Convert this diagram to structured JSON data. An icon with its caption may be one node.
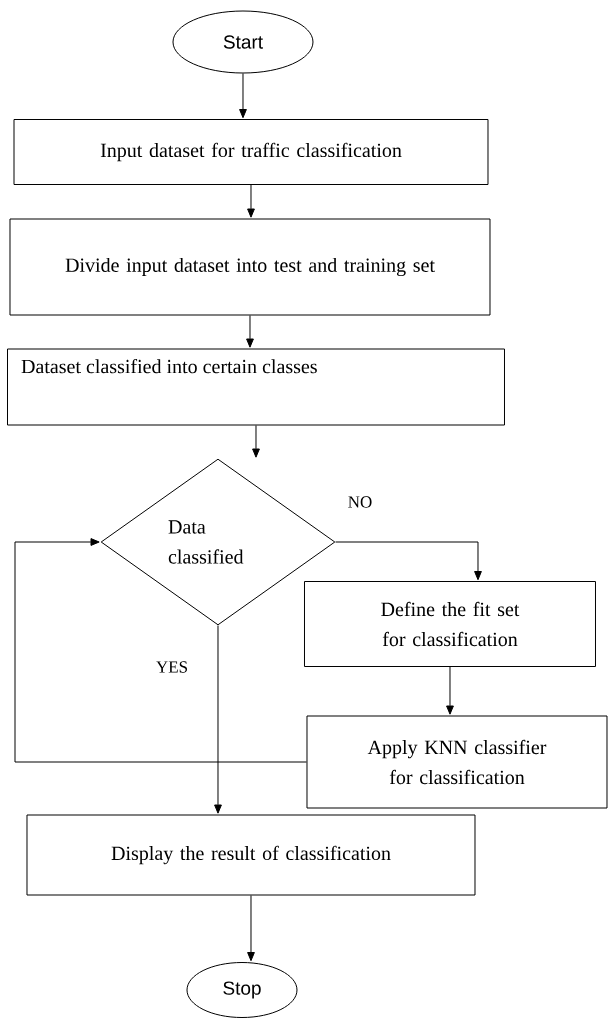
{
  "diagram": {
    "nodes": [
      {
        "text": [
          "Start"
        ]
      },
      {
        "text": [
          "Input dataset for traffic classification"
        ]
      },
      {
        "text": [
          "Divide input dataset into test and training set"
        ]
      },
      {
        "text": [
          "Dataset classified into certain classes"
        ]
      },
      {
        "text": [
          "Data classified"
        ]
      },
      {
        "text": [
          "Define the fit set for classification"
        ]
      },
      {
        "text": [
          "Apply KNN classifier for classification"
        ]
      },
      {
        "text": [
          "Display the result of classification"
        ]
      },
      {
        "text": [
          "Stop"
        ]
      }
    ],
    "edges": [
      {
        "from": 0,
        "to": 1,
        "arrow": "to"
      },
      {
        "from": 1,
        "to": 2,
        "arrow": "to"
      },
      {
        "from": 2,
        "to": 3,
        "arrow": "to"
      },
      {
        "from": 3,
        "to": 4,
        "arrow": "to"
      },
      {
        "from": 4,
        "to": 5,
        "arrow": "to",
        "label": "NO"
      },
      {
        "from": 5,
        "to": 6,
        "arrow": "to"
      },
      {
        "from": 6,
        "to": 4,
        "arrow": "to"
      },
      {
        "from": 4,
        "to": 7,
        "arrow": "to",
        "label": "YES"
      },
      {
        "from": 7,
        "to": 8,
        "arrow": "to"
      }
    ]
  }
}
